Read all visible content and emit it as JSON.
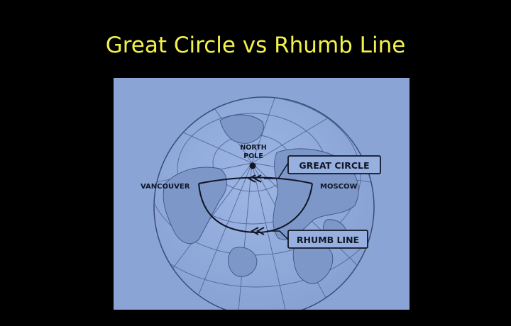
{
  "slide": {
    "title": "Great Circle vs Rhumb Line"
  },
  "colors": {
    "background": "#000000",
    "title": "#f2f24a",
    "figure_background": "#8aa4d6",
    "globe": "#92acdc",
    "ink": "#101626"
  },
  "diagram": {
    "north_pole_label_line1": "NORTH",
    "north_pole_label_line2": "POLE",
    "city_left": "VANCOUVER",
    "city_right": "MOSCOW",
    "great_circle_label": "GREAT CIRCLE",
    "rhumb_line_label": "RHUMB LINE"
  }
}
